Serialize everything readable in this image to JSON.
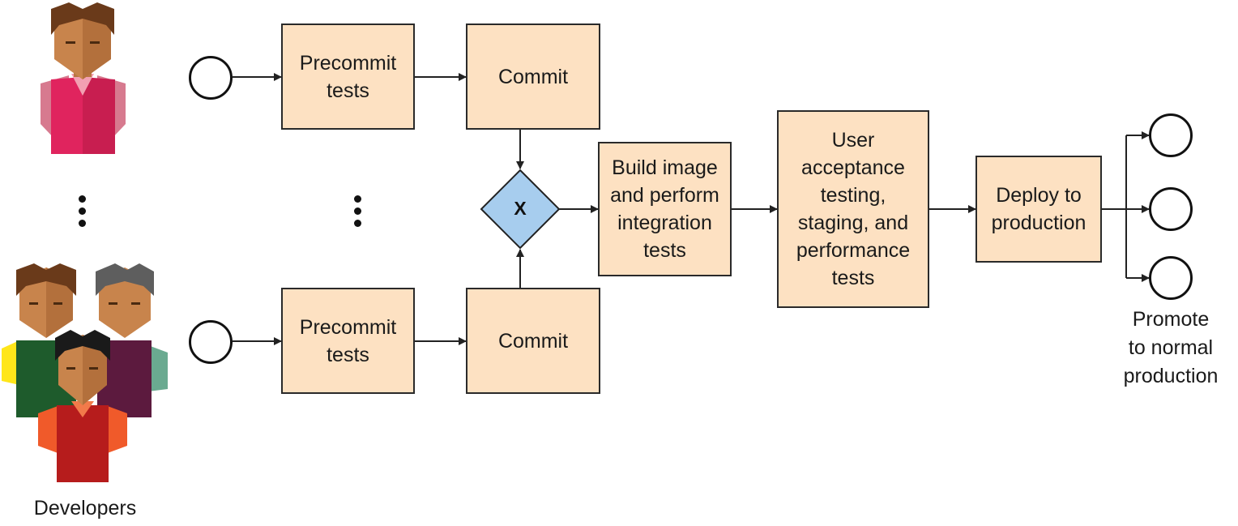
{
  "diagram": {
    "developers_label": "Developers",
    "gateway_label": "X",
    "boxes": {
      "precommit_top": "Precommit\ntests",
      "commit_top": "Commit",
      "precommit_bottom": "Precommit\ntests",
      "commit_bottom": "Commit",
      "build": "Build image\nand perform\nintegration\ntests",
      "uat": "User\nacceptance\ntesting,\nstaging, and\nperformance\ntests",
      "deploy": "Deploy to\nproduction"
    },
    "promote_label": "Promote\nto normal\nproduction",
    "colors": {
      "box_fill": "#fde1c2",
      "gateway_fill": "#a7cdee",
      "line": "#222222"
    },
    "icons": [
      "developer-avatar-icon",
      "ellipsis-vertical-icon",
      "start-event-icon",
      "end-event-icon",
      "exclusive-gateway-icon"
    ]
  }
}
